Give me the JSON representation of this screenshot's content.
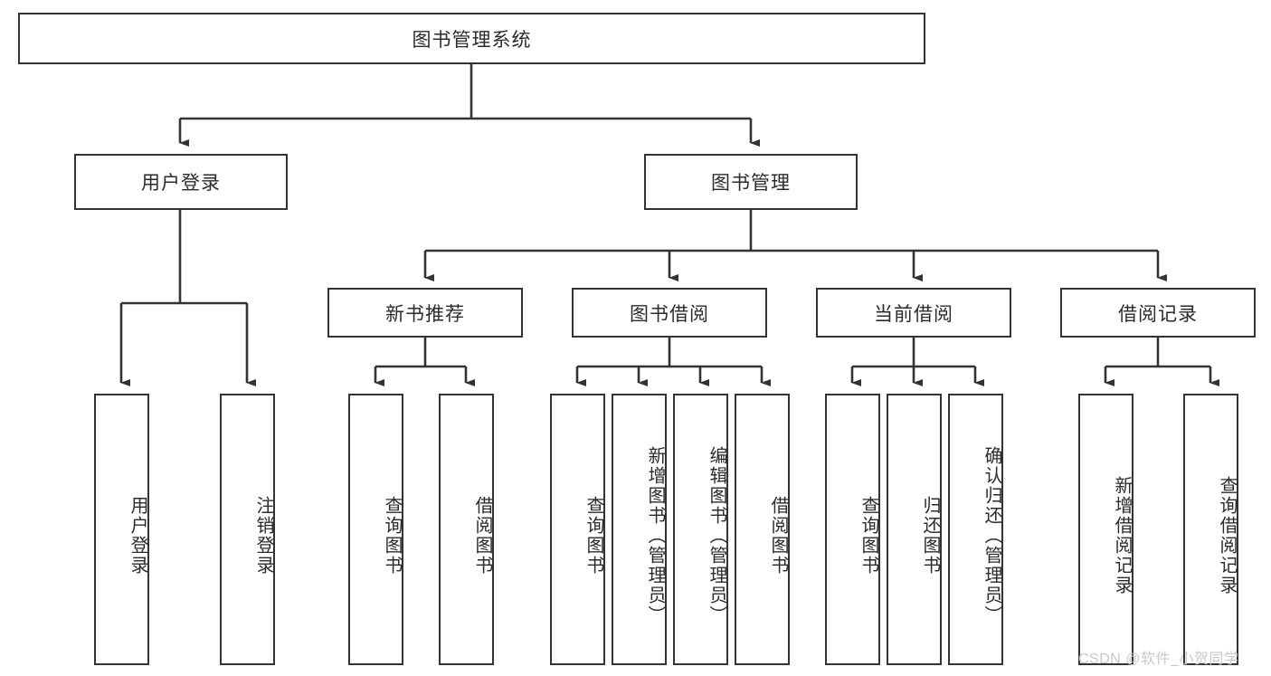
{
  "diagram": {
    "type": "tree-hierarchy",
    "title": "图书管理系统",
    "colors": {
      "box_border": "#333333",
      "box_fill": "#ffffff",
      "connector": "#333333",
      "text": "#2b2b2b",
      "watermark": "#c9c9c9",
      "background": "#ffffff"
    },
    "root": {
      "label": "图书管理系统"
    },
    "level2": [
      {
        "label": "用户登录"
      },
      {
        "label": "图书管理"
      }
    ],
    "level3": [
      {
        "label": "新书推荐"
      },
      {
        "label": "图书借阅"
      },
      {
        "label": "当前借阅"
      },
      {
        "label": "借阅记录"
      }
    ],
    "leaves": {
      "user_login": [
        {
          "label": "用户登录"
        },
        {
          "label": "注销登录"
        }
      ],
      "new_book_recommend": [
        {
          "label": "查询图书"
        },
        {
          "label": "借阅图书"
        }
      ],
      "book_borrow": [
        {
          "label": "查询图书"
        },
        {
          "label": "新增图书（管理员）"
        },
        {
          "label": "编辑图书（管理员）"
        },
        {
          "label": "借阅图书"
        }
      ],
      "current_borrow": [
        {
          "label": "查询图书"
        },
        {
          "label": "归还图书"
        },
        {
          "label": "确认归还（管理员）"
        }
      ],
      "borrow_record": [
        {
          "label": "新增借阅记录"
        },
        {
          "label": "查询借阅记录"
        }
      ]
    }
  },
  "watermark": {
    "text": "CSDN @软件_小贺同学"
  }
}
